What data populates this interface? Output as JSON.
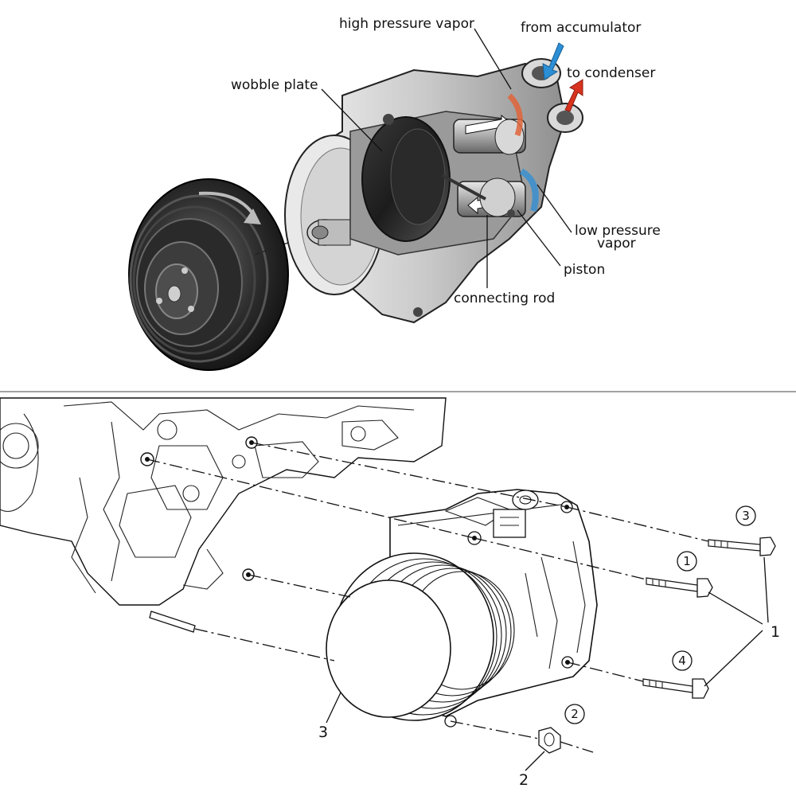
{
  "top_diagram": {
    "labels": {
      "high_pressure_vapor": "high pressure vapor",
      "from_accumulator": "from accumulator",
      "to_condenser": "to condenser",
      "wobble_plate": "wobble plate",
      "low_pressure_line1": "low pressure",
      "low_pressure_line2": "vapor",
      "piston": "piston",
      "connecting_rod": "connecting rod"
    },
    "colors": {
      "inlet_arrow": "#2b8fd6",
      "outlet_arrow": "#d9331f",
      "low_pressure_highlight": "#3a8fd0",
      "high_pressure_highlight": "#e0643a"
    }
  },
  "bottom_diagram": {
    "callouts": {
      "bolt_1": "1",
      "bolt_2": "2",
      "bolt_3": "3",
      "bolt_4": "4"
    },
    "labels": {
      "group_bolts": "1",
      "nut": "2",
      "compressor": "3"
    }
  }
}
